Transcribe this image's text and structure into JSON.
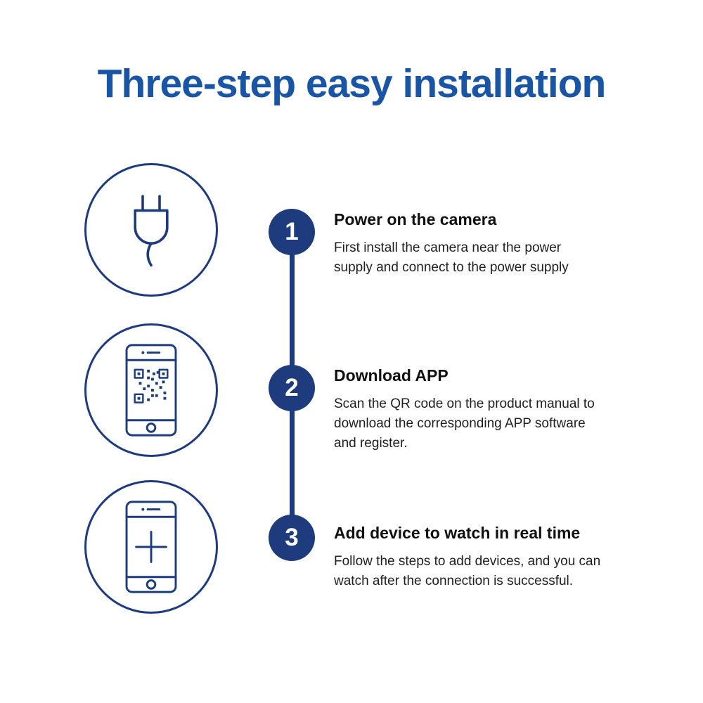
{
  "title": "Three-step easy installation",
  "colors": {
    "title_blue": "#1a55a5",
    "navy": "#1e3b7d",
    "heading_text": "#101010",
    "body_text": "#202020",
    "background": "#ffffff"
  },
  "steps": [
    {
      "number": "1",
      "icon": "power-plug-icon",
      "heading": "Power on the camera",
      "body": "First install the camera near the power\nsupply and connect to the power supply"
    },
    {
      "number": "2",
      "icon": "phone-qr-code-icon",
      "heading": "Download APP",
      "body": "Scan the QR code on the product manual to\ndownload the corresponding APP software\nand register."
    },
    {
      "number": "3",
      "icon": "phone-add-device-icon",
      "heading": "Add device to watch in real time",
      "body": "Follow the steps to add devices, and you can\nwatch after the connection is successful."
    }
  ]
}
